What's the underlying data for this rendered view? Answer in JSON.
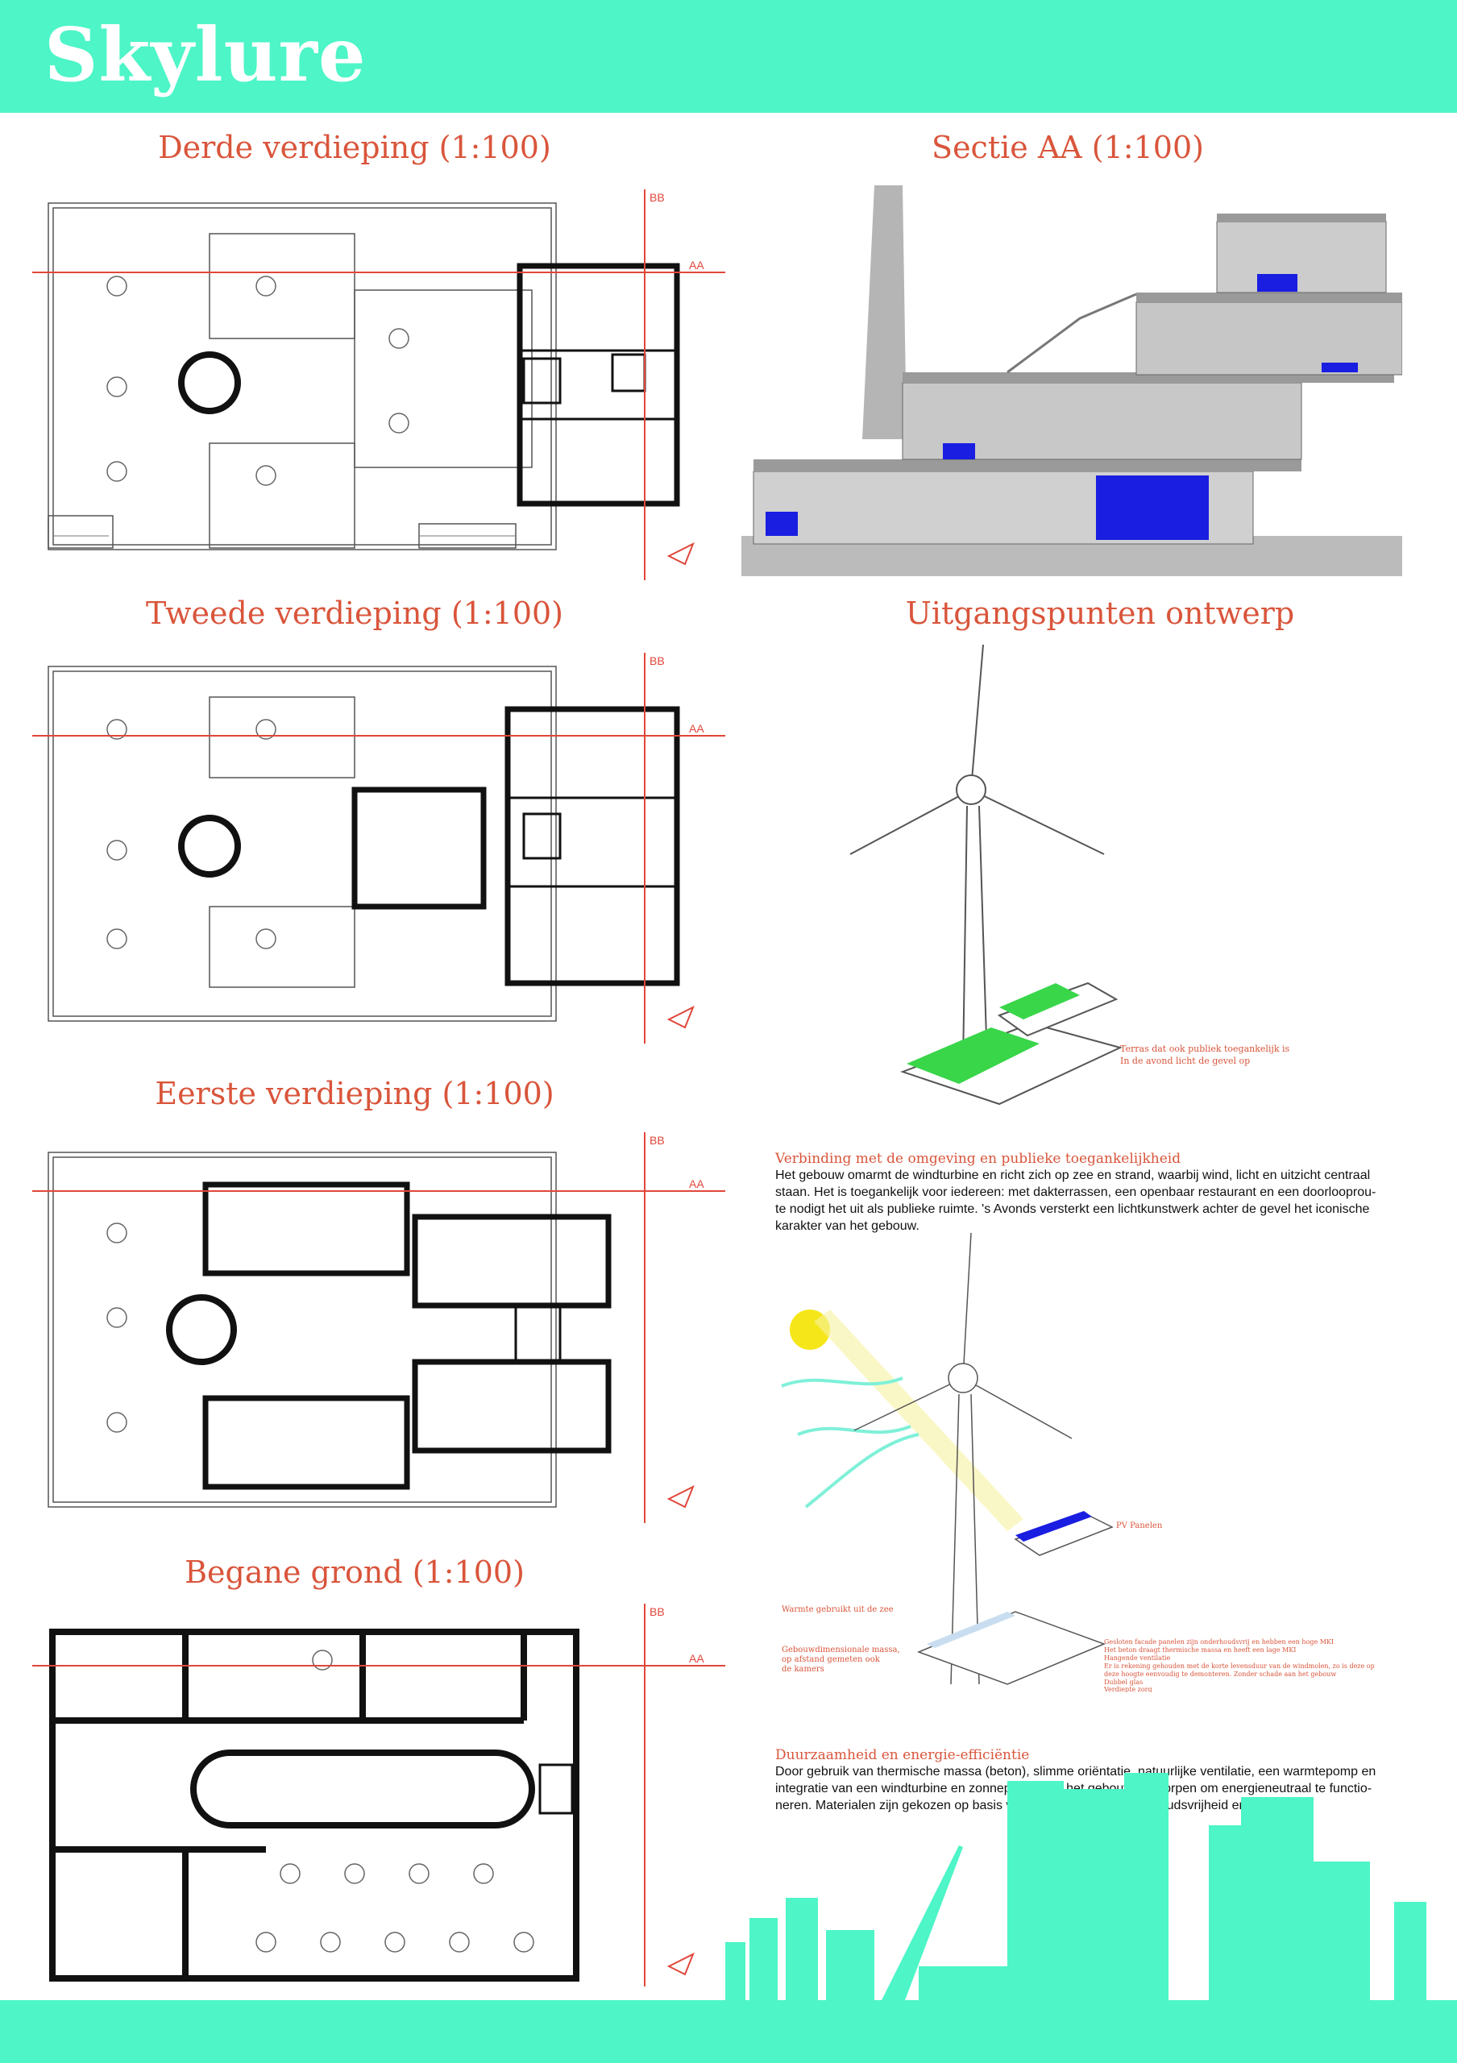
{
  "header": {
    "title": "Skylure"
  },
  "plans": {
    "third": {
      "title": "Derde verdieping (1:100)"
    },
    "second": {
      "title": "Tweede verdieping (1:100)"
    },
    "first": {
      "title": "Eerste verdieping (1:100)"
    },
    "ground": {
      "title": "Begane grond (1:100)"
    },
    "markers": {
      "bb": "BB",
      "aa": "AA",
      "v": "v"
    }
  },
  "section": {
    "title": "Sectie AA (1:100)"
  },
  "design": {
    "title": "Uitgangspunten ontwerp",
    "diagram1": {
      "annotations": [
        "Terras dat ook publiek toegankelijk is",
        "In de avond licht de gevel op"
      ]
    },
    "connection": {
      "heading": "Verbinding met de omgeving en publieke toegankelijkheid",
      "lines": [
        "Het gebouw omarmt de windturbine en richt zich op zee en strand, waarbij wind, licht en uitzicht centraal",
        "staan. Het is toegankelijk voor iedereen: met dakterrassen, een openbaar restaurant en een doorlooprou-",
        "te nodigt het uit als publieke ruimte. 's Avonds versterkt een lichtkunstwerk achter de gevel het iconische",
        "karakter van het gebouw."
      ]
    },
    "diagram2": {
      "pv": "PV Panelen",
      "heat": "Warmte gebruikt uit de zee",
      "mass": [
        "Gebouwdimensionale massa,",
        "op afstand gemeten ook",
        "de kamers"
      ],
      "notes": [
        "Gesloten facade panelen zijn onderhoudsvrij en hebben een hoge MKI",
        "Het beton draagt thermische massa en heeft een lage MKI",
        "Hangende ventilatie",
        "Er is rekening gehouden met de korte levensduur van de windmolen, zo is deze op",
        "deze hoogte eenvoudig te demonteren. Zonder schade aan het gebouw",
        "Dubbel glas",
        "Verdiepte zorg"
      ]
    },
    "sustainability": {
      "heading": "Duurzaamheid en energie-efficiëntie",
      "lines": [
        "Door gebruik van thermische massa (beton), slimme oriëntatie, natuurlijke ventilatie, een warmtepomp en",
        "integratie van een windturbine en zonnepanelen is het gebouw ontworpen om energieneutraal te functio-",
        "neren. Materialen zijn gekozen op basis van duurzaamheid, onderhoudsvrijheid en comfort."
      ]
    }
  },
  "colors": {
    "brand": "#4df5c7",
    "title": "#d9553b",
    "section_line": "#e0473a",
    "furniture_blue": "#1a1ee0",
    "roof_green": "#39d64a",
    "sun": "#f5e61a"
  }
}
